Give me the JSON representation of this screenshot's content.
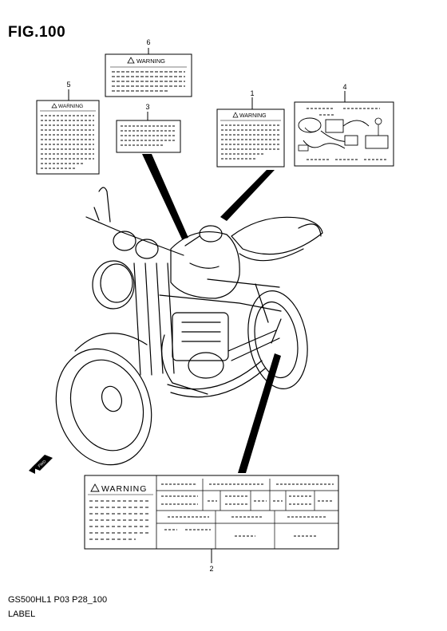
{
  "figure": {
    "title": "FIG.100",
    "part_code": "GS500HL1 P03 P28_100",
    "part_name": "LABEL"
  },
  "callouts": [
    "1",
    "2",
    "3",
    "4",
    "5",
    "6"
  ],
  "labels": {
    "warning_text": "WARNING",
    "fwd_mark": "FWD"
  }
}
